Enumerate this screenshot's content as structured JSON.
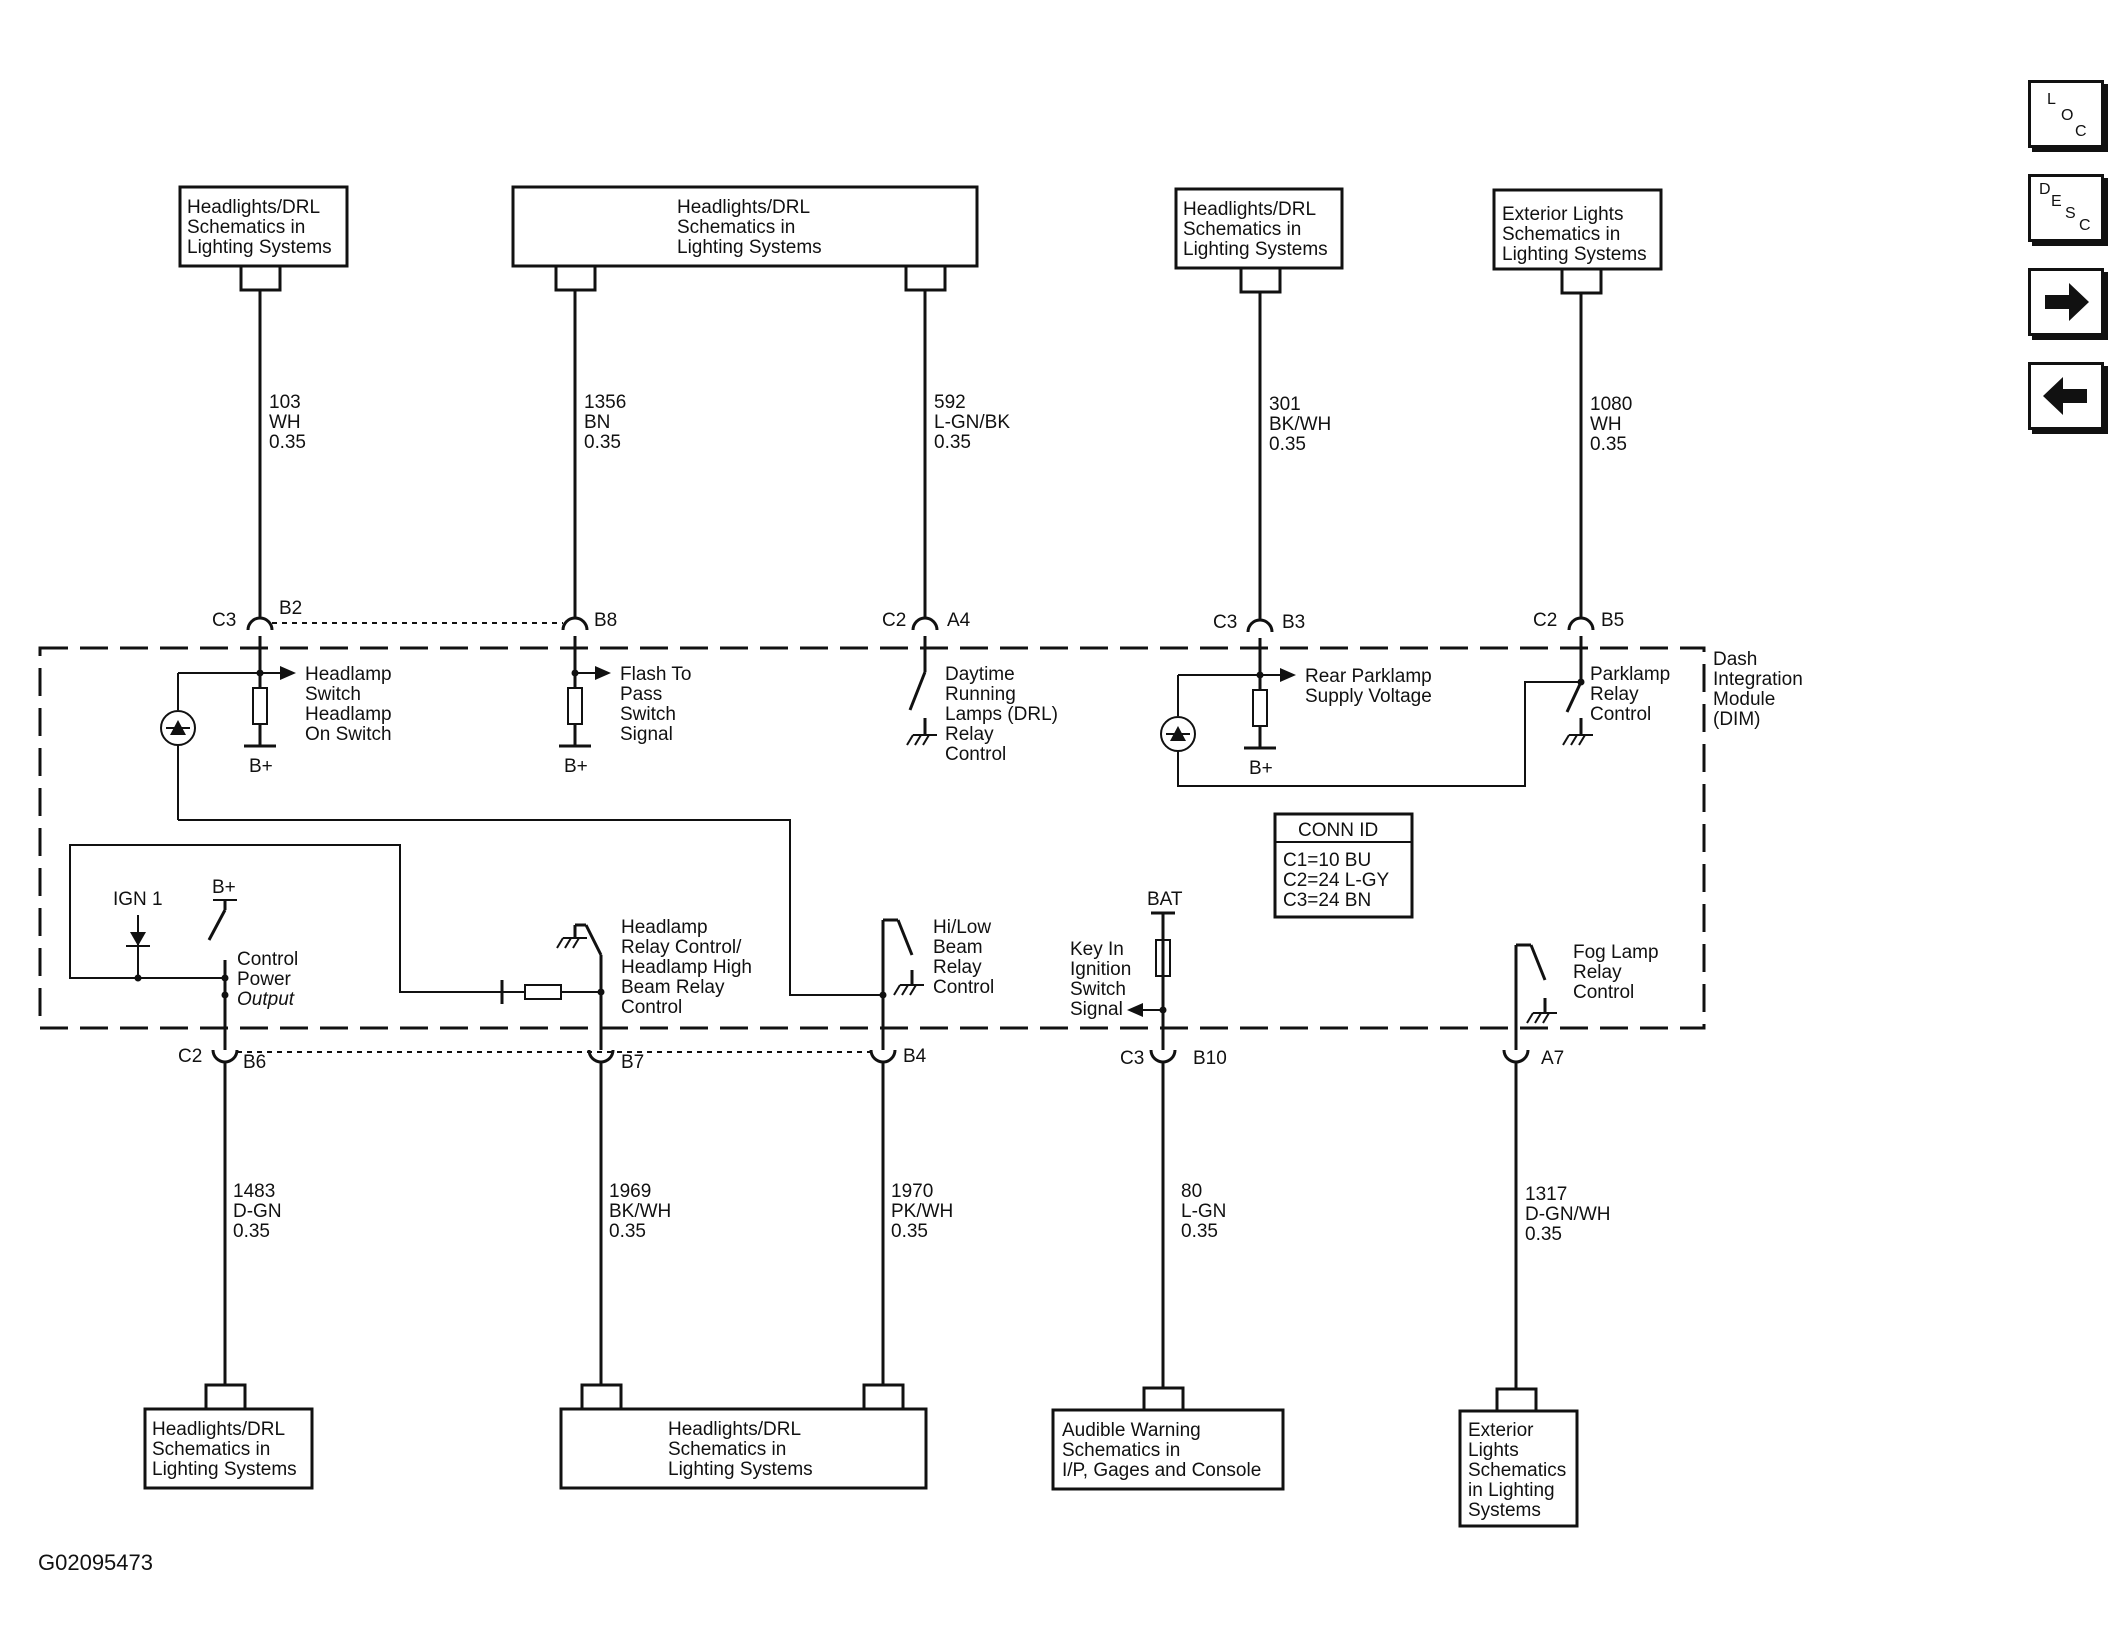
{
  "nav": {
    "loc": [
      "L",
      "O",
      "C"
    ],
    "desc": [
      "D",
      "E",
      "S",
      "C"
    ],
    "next_icon": "right-arrow-icon",
    "prev_icon": "left-arrow-icon"
  },
  "boxes": {
    "top1": [
      "Headlights/DRL",
      "Schematics in",
      "Lighting Systems"
    ],
    "top2": [
      "Headlights/DRL",
      "Schematics in",
      "Lighting Systems"
    ],
    "top3": [
      "Headlights/DRL",
      "Schematics in",
      "Lighting Systems"
    ],
    "top4": [
      "Exterior Lights",
      "Schematics in",
      "Lighting Systems"
    ],
    "bot1": [
      "Headlights/DRL",
      "Schematics in",
      "Lighting Systems"
    ],
    "bot2": [
      "Headlights/DRL",
      "Schematics in",
      "Lighting Systems"
    ],
    "bot3": [
      "Audible Warning",
      "Schematics in",
      "I/P, Gages and Console"
    ],
    "bot4": [
      "Exterior",
      "Lights",
      "Schematics",
      "in Lighting",
      "Systems"
    ]
  },
  "wires": {
    "w103": [
      "103",
      "WH",
      "0.35"
    ],
    "w1356": [
      "1356",
      "BN",
      "0.35"
    ],
    "w592": [
      "592",
      "L-GN/BK",
      "0.35"
    ],
    "w301": [
      "301",
      "BK/WH",
      "0.35"
    ],
    "w1080": [
      "1080",
      "WH",
      "0.35"
    ],
    "w1483": [
      "1483",
      "D-GN",
      "0.35"
    ],
    "w1969": [
      "1969",
      "BK/WH",
      "0.35"
    ],
    "w1970": [
      "1970",
      "PK/WH",
      "0.35"
    ],
    "w80": [
      "80",
      "L-GN",
      "0.35"
    ],
    "w1317": [
      "1317",
      "D-GN/WH",
      "0.35"
    ]
  },
  "connectors": {
    "c3_b2": [
      "C3",
      "B2"
    ],
    "b8_top": "B8",
    "c2_a4": [
      "C2",
      "A4"
    ],
    "c3_b3": [
      "C3",
      "B3"
    ],
    "c2_b5": [
      "C2",
      "B5"
    ],
    "c2_b6": [
      "C2",
      "B6"
    ],
    "b7": "B7",
    "b4": "B4",
    "c3_b10": [
      "C3",
      "B10"
    ],
    "a7": "A7"
  },
  "circuits": {
    "headlamp_switch": [
      "Headlamp",
      "Switch",
      "Headlamp",
      "On Switch"
    ],
    "flash_to_pass": [
      "Flash To",
      "Pass",
      "Switch",
      "Signal"
    ],
    "drl_relay": [
      "Daytime",
      "Running",
      "Lamps (DRL)",
      "Relay",
      "Control"
    ],
    "rear_parklamp": [
      "Rear Parklamp",
      "Supply Voltage"
    ],
    "parklamp_relay": [
      "Parklamp",
      "Relay",
      "Control"
    ],
    "control_power": [
      "Control",
      "Power",
      "Output"
    ],
    "headlamp_relay": [
      "Headlamp",
      "Relay Control/",
      "Headlamp High",
      "Beam Relay",
      "Control"
    ],
    "hi_low_beam": [
      "Hi/Low",
      "Beam",
      "Relay",
      "Control"
    ],
    "key_in": [
      "Key In",
      "Ignition",
      "Switch",
      "Signal"
    ],
    "fog_lamp": [
      "Fog Lamp",
      "Relay",
      "Control"
    ],
    "bplus": "B+",
    "ign1": "IGN 1",
    "bat": "BAT"
  },
  "module": [
    "Dash",
    "Integration",
    "Module",
    "(DIM)"
  ],
  "conn_id": {
    "title": "CONN ID",
    "rows": [
      "C1=10 BU",
      "C2=24 L-GY",
      "C3=24 BN"
    ]
  },
  "figure_id": "G02095473"
}
